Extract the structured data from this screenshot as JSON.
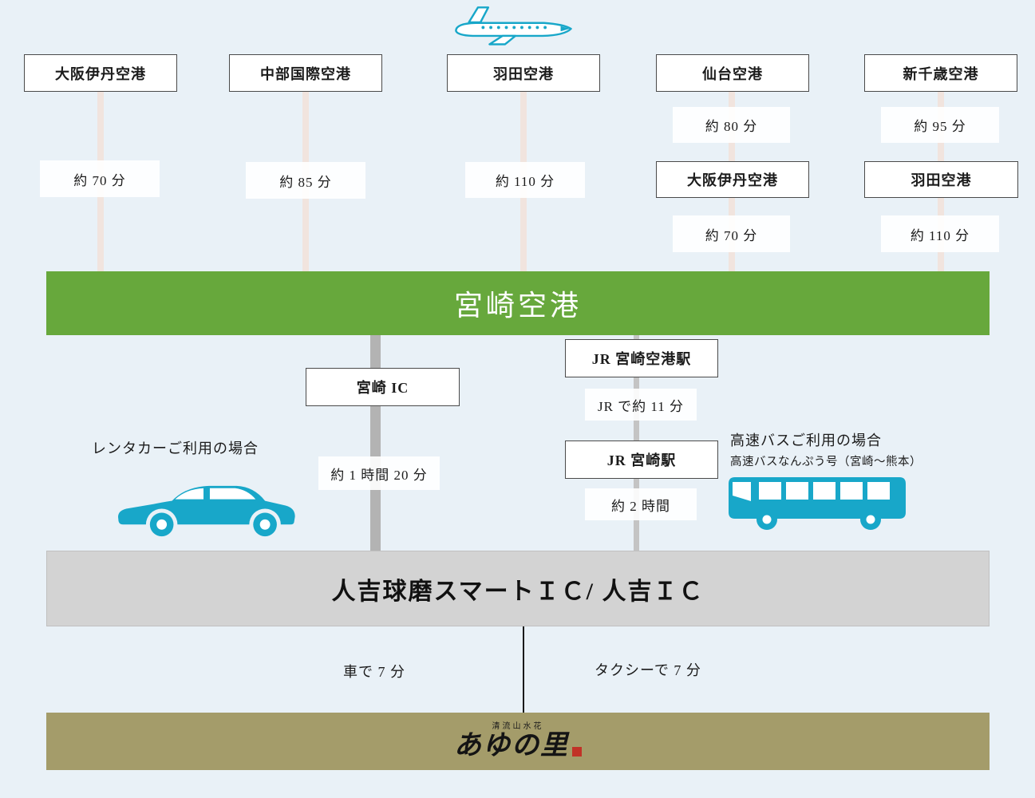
{
  "colors": {
    "background": "#e9f1f7",
    "accent_teal": "#18a7c9",
    "hub_green": "#67a83c",
    "ic_gray": "#d3d3d3",
    "destination_olive": "#a49c6a",
    "seal_red": "#c13227"
  },
  "icons": {
    "plane": "airplane-icon",
    "car": "rental-car-icon",
    "bus": "highway-bus-icon",
    "seal": "brand-seal-icon"
  },
  "airports": [
    {
      "name": "大阪伊丹空港",
      "time": "約 70 分"
    },
    {
      "name": "中部国際空港",
      "time": "約 85 分"
    },
    {
      "name": "羽田空港",
      "time": "約 110 分"
    },
    {
      "name": "仙台空港",
      "time": "約 80 分",
      "via": "大阪伊丹空港",
      "via_time": "約 70 分"
    },
    {
      "name": "新千歳空港",
      "time": "約 95 分",
      "via": "羽田空港",
      "via_time": "約 110 分"
    }
  ],
  "hub": {
    "name": "宮崎空港"
  },
  "rentacar": {
    "caption": "レンタカーご利用の場合",
    "ic_name": "宮崎 IC",
    "time": "約 1 時間 20 分"
  },
  "jr": {
    "station_airport": "JR 宮崎空港駅",
    "time1": "JR で約 11 分",
    "station_city": "JR 宮崎駅",
    "time2": "約 2 時間"
  },
  "bus": {
    "caption": "高速バスご利用の場合",
    "detail": "高速バスなんぷう号（宮崎～熊本）"
  },
  "ic_bar": {
    "name": "人吉球磨スマートＩＣ/ 人吉ＩＣ"
  },
  "last_leg": {
    "car": "車で 7 分",
    "taxi": "タクシーで 7 分"
  },
  "destination": {
    "brand_small": "清流山水花",
    "brand_name": "あゆの里"
  }
}
